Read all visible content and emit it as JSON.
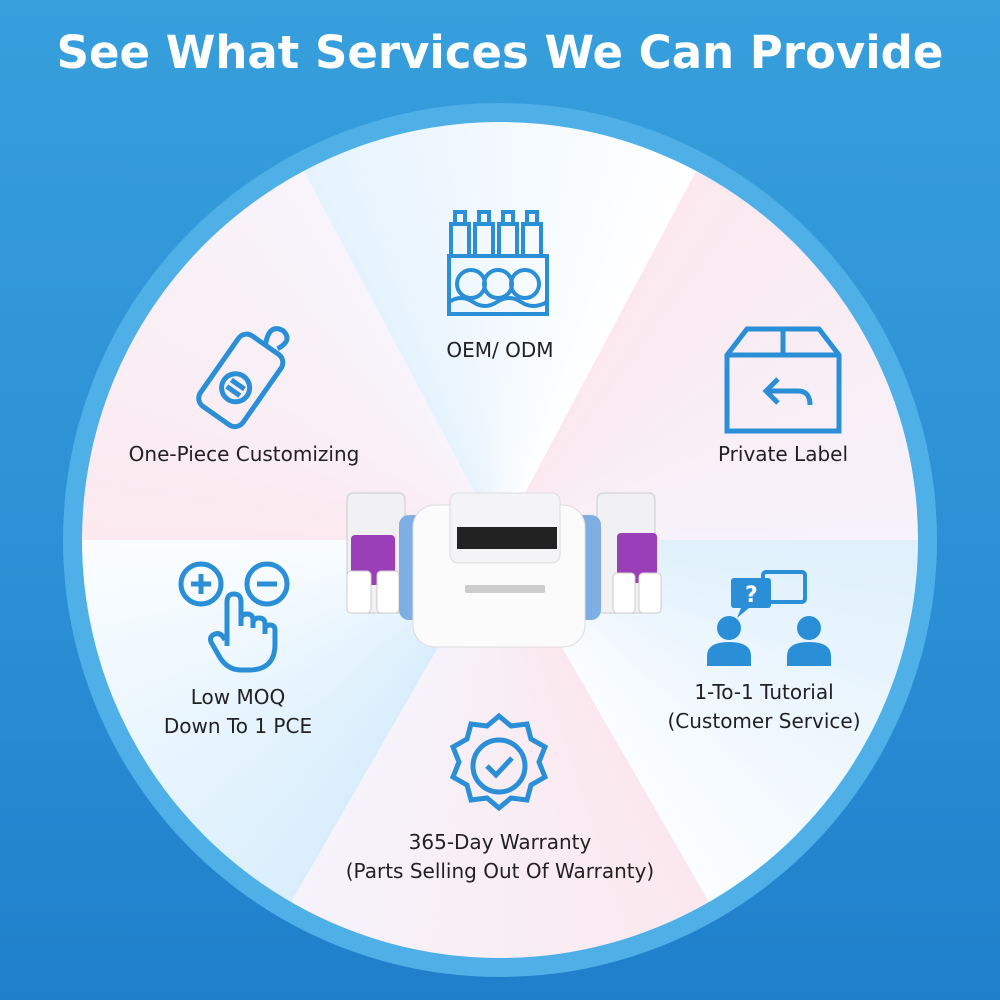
{
  "title": "See What Services We Can Provide",
  "accent": "#2a8fd6",
  "services": [
    {
      "icon": "factory-icon",
      "lines": [
        "OEM/ ODM"
      ]
    },
    {
      "icon": "box-return-icon",
      "lines": [
        "Private Label"
      ]
    },
    {
      "icon": "customer-service-icon",
      "lines": [
        "1-To-1 Tutorial",
        "(Customer Service)"
      ]
    },
    {
      "icon": "warranty-badge-icon",
      "lines": [
        "365-Day Warranty",
        "(Parts Selling Out Of Warranty)"
      ]
    },
    {
      "icon": "plus-minus-hand-icon",
      "lines": [
        "Low MOQ",
        "Down To 1 PCE"
      ]
    },
    {
      "icon": "door-hanger-tag-icon",
      "lines": [
        "One-Piece Customizing"
      ]
    }
  ]
}
